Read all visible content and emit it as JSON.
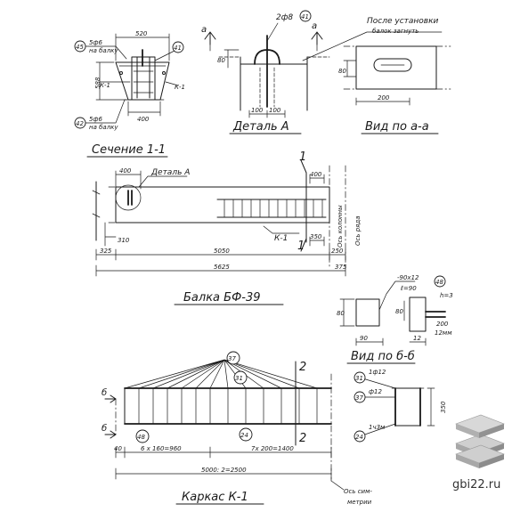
{
  "titles": {
    "section": "Сечение 1-1",
    "detail": "Деталь А",
    "view_aa": "Вид по а-а",
    "beam": "Балка БФ-39",
    "view_bb": "Вид по б-б",
    "frame": "Каркас К-1"
  },
  "notes": {
    "after_install": "После установки",
    "bend_beams": "балок загнуть",
    "detail_ref": "Деталь А",
    "axis_column": "Ось колонны",
    "axis_row": "Ось ряда",
    "axis_sym_1": "Ось сим-",
    "axis_sym_2": "метрии"
  },
  "section": {
    "dim_top": "520",
    "dim_bottom": "400",
    "dim_height": "588",
    "rebar_top": "5ф6",
    "rebar_top_note": "на балку",
    "rebar_bottom": "5ф6",
    "rebar_bottom_note": "на балку",
    "frame_left": "К-1",
    "frame_right": "К-1",
    "marker_45": "45",
    "marker_41": "41",
    "marker_42": "42"
  },
  "detail": {
    "bars": "2ф8",
    "marker": "41",
    "dim_left": "100",
    "dim_right": "100",
    "dim_height": "80",
    "view_letter_left": "а",
    "view_letter_right": "а"
  },
  "view_aa": {
    "dim_width": "200",
    "dim_height": "80"
  },
  "beam": {
    "dim_detail_width": "400",
    "dim_left_height": "310",
    "dim_left_offset": "325",
    "dim_span": "5050",
    "dim_right_offset": "250",
    "dim_total": "5625",
    "dim_end": "375",
    "dim_top_right": "400",
    "dim_bottom_right": "350",
    "frame_label": "К-1",
    "section_mark": "1"
  },
  "view_bb": {
    "plate": "-90х12",
    "plate_len": "ℓ=90",
    "marker": "48",
    "weld": "h=3",
    "dim_height": "80",
    "dim_inner": "80",
    "dim_width": "90",
    "dim_12": "12",
    "dim_200": "200",
    "weld_leg": "12мм"
  },
  "frame": {
    "marker_37": "37",
    "marker_31": "31",
    "marker_24": "24",
    "marker_48": "48",
    "dim_40": "40",
    "dim_left_run": "6 х 160=960",
    "dim_right_run": "7х 200=1400",
    "dim_total": "5000: 2=2500",
    "cut_left": "б",
    "cut_left_bottom": "б",
    "section_mark": "2"
  },
  "legend": {
    "bar_31": "1ф12",
    "bar_37": "ф12",
    "mesh_24": "1ч3м",
    "marker_31": "31",
    "marker_37": "37",
    "marker_24": "24",
    "dim_height": "350"
  },
  "watermark": {
    "text": "gbi22.ru"
  },
  "icons": {
    "logo": "stacked-slabs-icon"
  }
}
